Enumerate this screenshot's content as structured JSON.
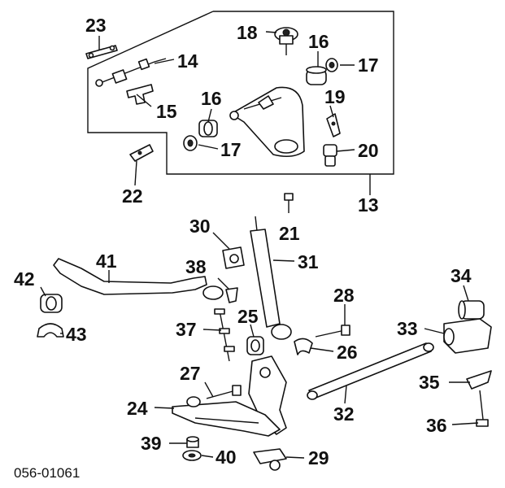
{
  "diagram": {
    "code": "056-01061",
    "labels": {
      "n13": "13",
      "n14": "14",
      "n15": "15",
      "n16a": "16",
      "n16b": "16",
      "n17a": "17",
      "n17b": "17",
      "n18": "18",
      "n19": "19",
      "n20": "20",
      "n21": "21",
      "n22": "22",
      "n23": "23",
      "n24": "24",
      "n25": "25",
      "n26": "26",
      "n27": "27",
      "n28": "28",
      "n29": "29",
      "n30": "30",
      "n31": "31",
      "n32": "32",
      "n33": "33",
      "n34": "34",
      "n35": "35",
      "n36": "36",
      "n37": "37",
      "n38": "38",
      "n39": "39",
      "n40": "40",
      "n41": "41",
      "n42": "42",
      "n43": "43"
    }
  }
}
